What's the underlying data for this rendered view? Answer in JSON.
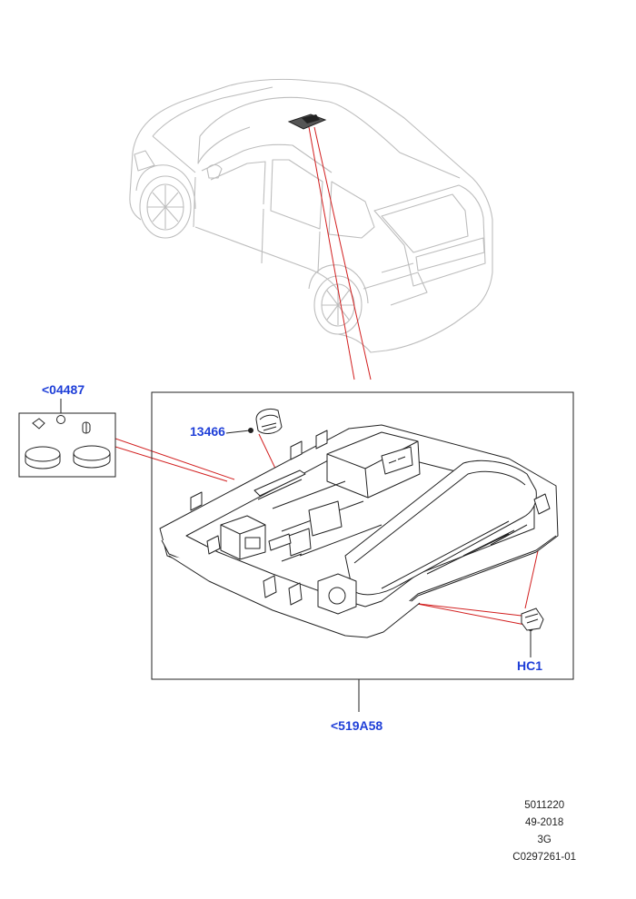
{
  "callouts": {
    "cap_kit": "<04487",
    "switch": "13466",
    "clip": "HC1",
    "console_assembly": "<519A58"
  },
  "footer": {
    "line1": "5011220",
    "line2": "49-2018",
    "line3": "3G",
    "line4": "C0297261-01"
  },
  "colors": {
    "callout": "#1f3fd8",
    "leader_red": "#d21f1f",
    "outline": "#222222",
    "vehicle_grey": "#b9b9b9"
  }
}
